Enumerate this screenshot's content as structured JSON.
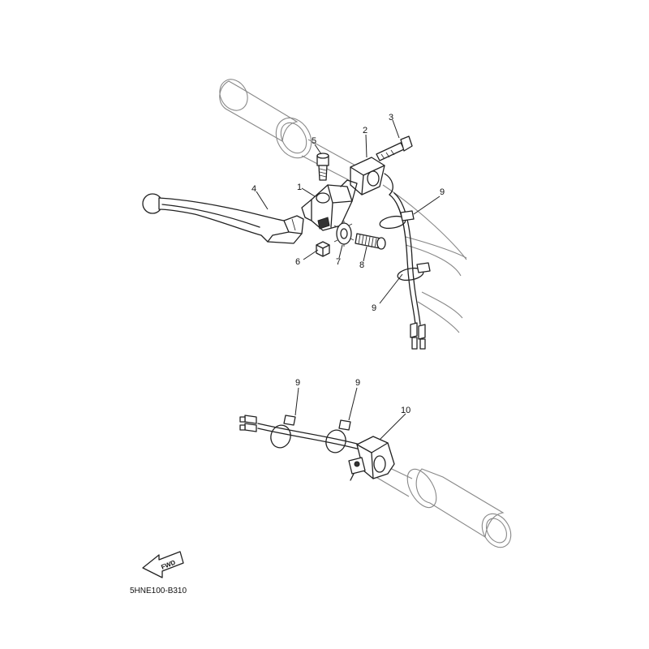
{
  "diagram": {
    "callouts": [
      "1",
      "2",
      "3",
      "4",
      "5",
      "6",
      "7",
      "8",
      "9",
      "9",
      "9",
      "9",
      "10"
    ],
    "fwd_label": "FWD",
    "diagram_code": "5HNE100-B310"
  }
}
